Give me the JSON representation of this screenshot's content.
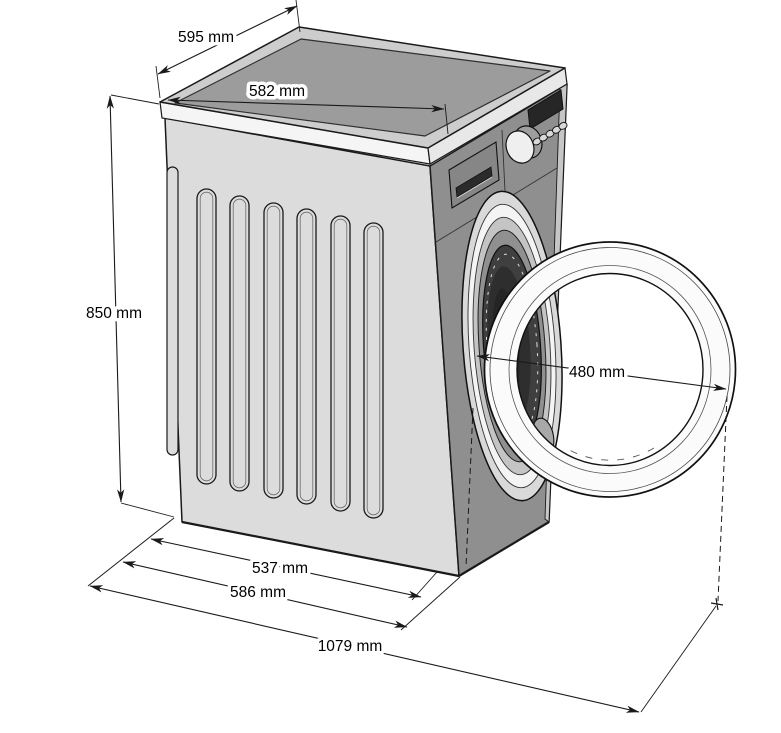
{
  "diagram": {
    "subject": "Washing machine dimensional line drawing, isometric view with door open",
    "unit": "mm",
    "dimensions": {
      "top_depth": "595 mm",
      "top_width": "582 mm",
      "height": "850 mm",
      "door_diameter": "480 mm",
      "bottom_depth_base": "537 mm",
      "bottom_depth": "586 mm",
      "depth_door_open": "1079 mm"
    },
    "colors": {
      "line": "#1a1a1a",
      "background": "#ffffff",
      "top_rim": "#cdcdcd",
      "top_surface": "#9c9c9c",
      "lid_edge_left": "#f5f5f5",
      "lid_edge_right": "#e8e8e8",
      "side_panel": "#dcdcdc",
      "front_panel": "#8f8f8f",
      "right_edge_strip": "#c6c6c6",
      "drawer": "#868686",
      "drawer_slot": "#2b2b2b",
      "display": "#262626",
      "knob_face": "#efefef",
      "knob_side": "#9e9e9e",
      "button": "#d8d8d8",
      "seal_outer": "#d9d9d9",
      "seal_light": "#f4f4f4",
      "seal_mid": "#c4c4c4",
      "seal_recess": "#909090",
      "drum": "#3f3f3f",
      "drum_inner": "#2e2e2e",
      "drum_core": "#252525",
      "door_ring": "#fbfbfb",
      "drain_detail": "#a8a8a8"
    }
  }
}
